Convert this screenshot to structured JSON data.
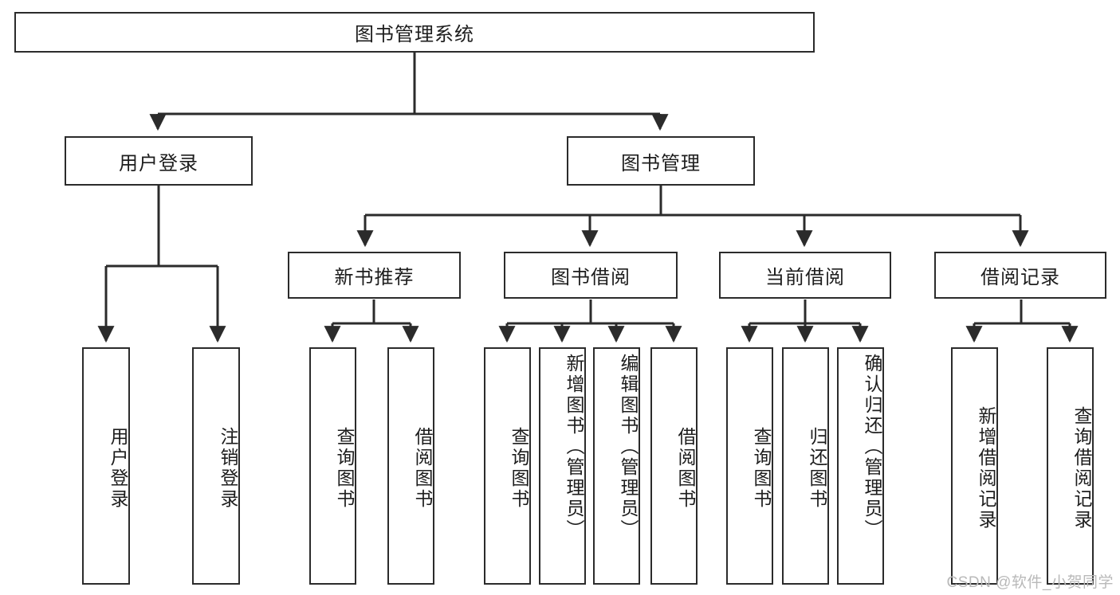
{
  "diagram": {
    "title": "图书管理系统",
    "type": "tree-hierarchy",
    "root": {
      "label": "图书管理系统"
    },
    "level2": [
      {
        "label": "用户登录"
      },
      {
        "label": "图书管理"
      }
    ],
    "level3": [
      {
        "label": "新书推荐"
      },
      {
        "label": "图书借阅"
      },
      {
        "label": "当前借阅"
      },
      {
        "label": "借阅记录"
      }
    ],
    "leaves": {
      "user_login": [
        {
          "label": "用户登录"
        },
        {
          "label": "注销登录"
        }
      ],
      "new_book_recommend": [
        {
          "label": "查询图书"
        },
        {
          "label": "借阅图书"
        }
      ],
      "book_borrow": [
        {
          "label": "查询图书"
        },
        {
          "label": "新增图书（管理员）"
        },
        {
          "label": "编辑图书（管理员）"
        },
        {
          "label": "借阅图书"
        }
      ],
      "current_borrow": [
        {
          "label": "查询图书"
        },
        {
          "label": "归还图书"
        },
        {
          "label": "确认归还（管理员）"
        }
      ],
      "borrow_record": [
        {
          "label": "新增借阅记录"
        },
        {
          "label": "查询借阅记录"
        }
      ]
    }
  },
  "watermark": {
    "text": "CSDN @软件_小贺同学"
  },
  "colors": {
    "stroke": "#2b2b2b",
    "text": "#1d1d1d",
    "background": "#ffffff",
    "watermark": "#b9b9b9"
  }
}
